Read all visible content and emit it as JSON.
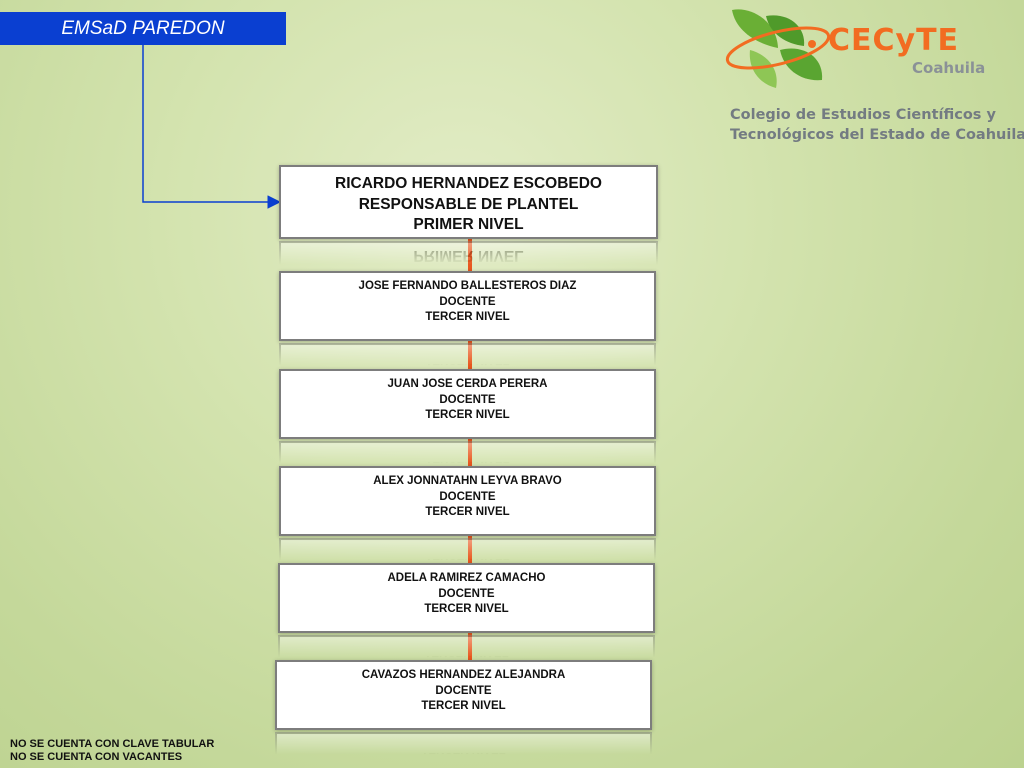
{
  "header": {
    "title": "EMSaD PAREDON"
  },
  "logo": {
    "brand": "CECyTE",
    "sub": "Coahuila",
    "line1": "Colegio de Estudios Científicos y",
    "line2": "Tecnológicos del Estado de Coahuila"
  },
  "head": {
    "name": "RICARDO HERNANDEZ ESCOBEDO",
    "role": "RESPONSABLE DE PLANTEL",
    "level": "PRIMER NIVEL"
  },
  "staff": [
    {
      "name": "JOSE FERNANDO  BALLESTEROS DIAZ",
      "role": "DOCENTE",
      "level": "TERCER NIVEL"
    },
    {
      "name": "JUAN JOSE CERDA PERERA",
      "role": "DOCENTE",
      "level": "TERCER NIVEL"
    },
    {
      "name": "ALEX JONNATAHN LEYVA BRAVO",
      "role": "DOCENTE",
      "level": "TERCER NIVEL"
    },
    {
      "name": "ADELA RAMIREZ CAMACHO",
      "role": "DOCENTE",
      "level": "TERCER NIVEL"
    },
    {
      "name": "CAVAZOS HERNANDEZ ALEJANDRA",
      "role": "DOCENTE",
      "level": "TERCER NIVEL"
    }
  ],
  "notes": [
    "NO SE CUENTA CON CLAVE TABULAR",
    "NO SE CUENTA CON VACANTES"
  ],
  "colors": {
    "title_tab": "#0a3fd1",
    "connector_blue": "#0a3fd1",
    "connector_orange": "#e8581f",
    "brand_orange": "#f26c21",
    "logo_green": "#5a9e2f"
  }
}
